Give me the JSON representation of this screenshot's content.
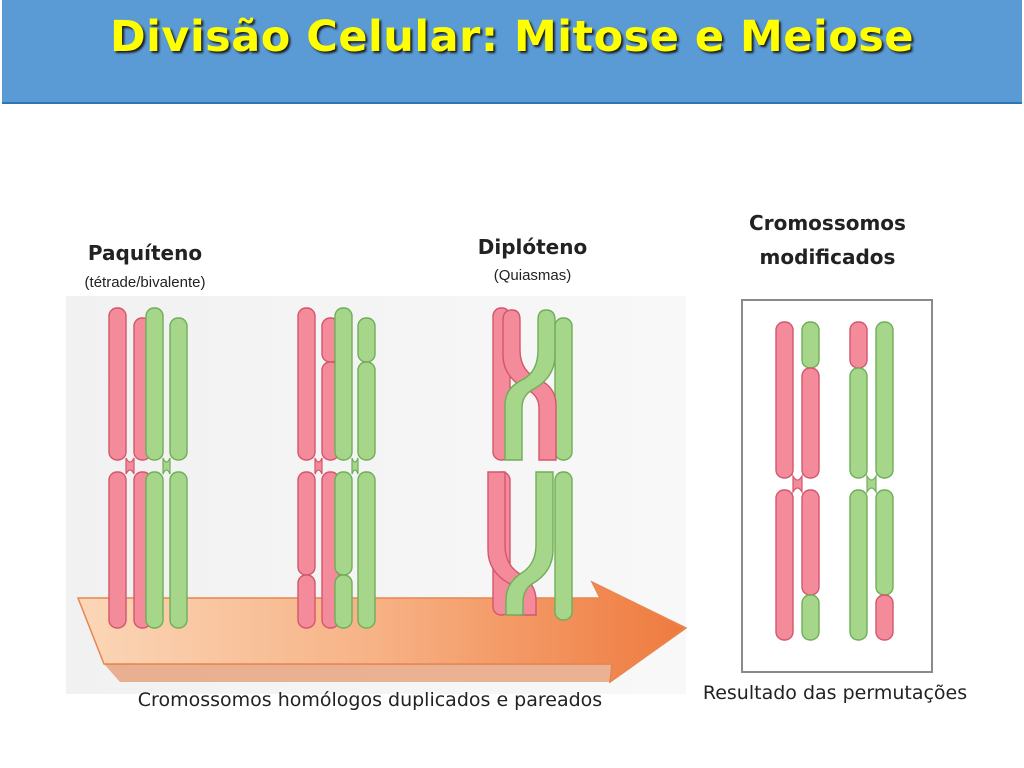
{
  "title": "Divisão Celular: Mitose e Meiose",
  "stages": [
    {
      "name": "Paquíteno",
      "sub": "(tétrade/bivalente)"
    },
    {
      "name": "Diplóteno",
      "sub": "(Quiasmas)"
    },
    {
      "name_line1": "Cromossomos",
      "name_line2": "modificados"
    }
  ],
  "captions": {
    "left": "Cromossomos homólogos duplicados e pareados",
    "right": "Resultado das permutações"
  },
  "colors": {
    "maternal_fill": "#f48b9b",
    "maternal_edge": "#d4566c",
    "paternal_fill": "#a6d68a",
    "paternal_edge": "#6fae58",
    "arrow": "#f39a62",
    "header": "#5b9bd5",
    "title_text": "#ffff00"
  }
}
